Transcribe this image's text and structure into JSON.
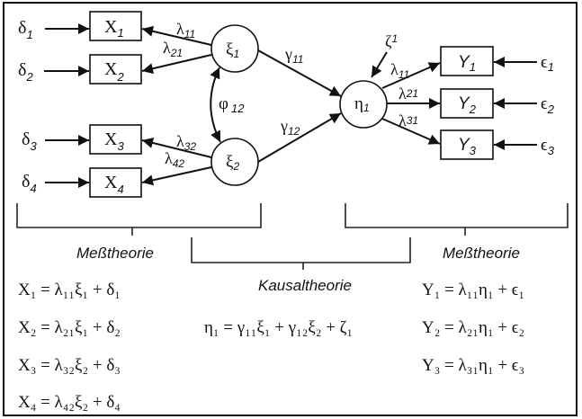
{
  "diagram": {
    "exogenous_latent": [
      {
        "sym": "ξ",
        "sub": "1"
      },
      {
        "sym": "ξ",
        "sub": "2"
      }
    ],
    "endogenous_latent": {
      "sym": "η",
      "sub": "1"
    },
    "disturbance": {
      "sym": "ζ",
      "sub": "1"
    },
    "correlation": {
      "sym": "φ",
      "sub": "12"
    },
    "x_indicators": [
      {
        "box": "X",
        "sub": "1",
        "err": "δ",
        "err_sub": "1",
        "load": "λ",
        "load_sub": "11"
      },
      {
        "box": "X",
        "sub": "2",
        "err": "δ",
        "err_sub": "2",
        "load": "λ",
        "load_sub": "21"
      },
      {
        "box": "X",
        "sub": "3",
        "err": "δ",
        "err_sub": "3",
        "load": "λ",
        "load_sub": "32"
      },
      {
        "box": "X",
        "sub": "4",
        "err": "δ",
        "err_sub": "4",
        "load": "λ",
        "load_sub": "42"
      }
    ],
    "y_indicators": [
      {
        "box": "Y",
        "sub": "1",
        "err": "ϵ",
        "err_sub": "1",
        "load": "λ",
        "load_sub": "11"
      },
      {
        "box": "Y",
        "sub": "2",
        "err": "ϵ",
        "err_sub": "2",
        "load": "λ",
        "load_sub": "21"
      },
      {
        "box": "Y",
        "sub": "3",
        "err": "ϵ",
        "err_sub": "3",
        "load": "λ",
        "load_sub": "31"
      }
    ],
    "paths": [
      {
        "sym": "γ",
        "sub": "11"
      },
      {
        "sym": "γ",
        "sub": "12"
      }
    ]
  },
  "sections": {
    "left_label": "Meßtheorie",
    "middle_label": "Kausaltheorie",
    "right_label": "Meßtheorie"
  },
  "equations": {
    "x": [
      "X₁ = λ₁₁ξ₁ + δ₁",
      "X₂ = λ₂₁ξ₁ + δ₂",
      "X₃ = λ₃₂ξ₂ + δ₃",
      "X₄ = λ₄₂ξ₂ + δ₄"
    ],
    "structural": "η₁ = γ₁₁ξ₁ + γ₁₂ξ₂ + ζ₁",
    "y": [
      "Y₁ = λ₁₁η₁ + ϵ₁",
      "Y₂ = λ₂₁η₁ + ϵ₂",
      "Y₃ = λ₃₁η₁ + ϵ₃"
    ]
  }
}
